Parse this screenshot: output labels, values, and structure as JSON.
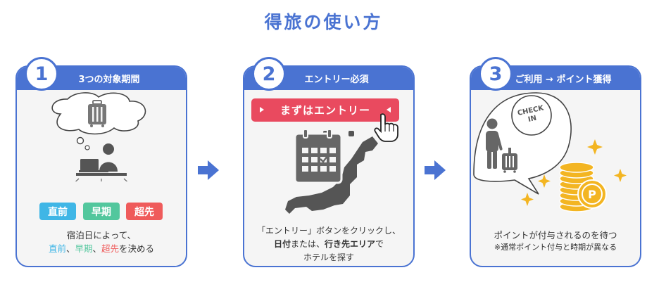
{
  "title": "得旅の使い方",
  "colors": {
    "accent": "#4a73d2",
    "direct": "#3fb6e6",
    "early": "#52c79d",
    "super": "#ef5b5b",
    "entry": "#e94a5f",
    "coin": "#f3b522"
  },
  "steps": [
    {
      "number": "1",
      "title": "3つの対象期間",
      "chips": [
        "直前",
        "早期",
        "超先"
      ],
      "desc_line1": "宿泊日によって、",
      "desc_line2": {
        "a": "直前",
        "sep1": "、",
        "b": "早期",
        "sep2": "、",
        "c": "超先",
        "tail": "を決める"
      }
    },
    {
      "number": "2",
      "title": "エントリー必須",
      "button": "まずはエントリー",
      "desc_line1": "「エントリー」ボタンをクリックし、",
      "desc_line2": {
        "a": "日付",
        "b": "または、",
        "c": "行き先エリア",
        "d": "で"
      },
      "desc_line3": "ホテルを探す"
    },
    {
      "number": "3",
      "title": "ご利用 → ポイント獲得",
      "bubble_line1": "CHECK",
      "bubble_line2": "IN",
      "coin_letter": "P",
      "desc_line1": "ポイントが付与されるのを待つ",
      "note": "※通常ポイント付与と時期が異なる"
    }
  ]
}
